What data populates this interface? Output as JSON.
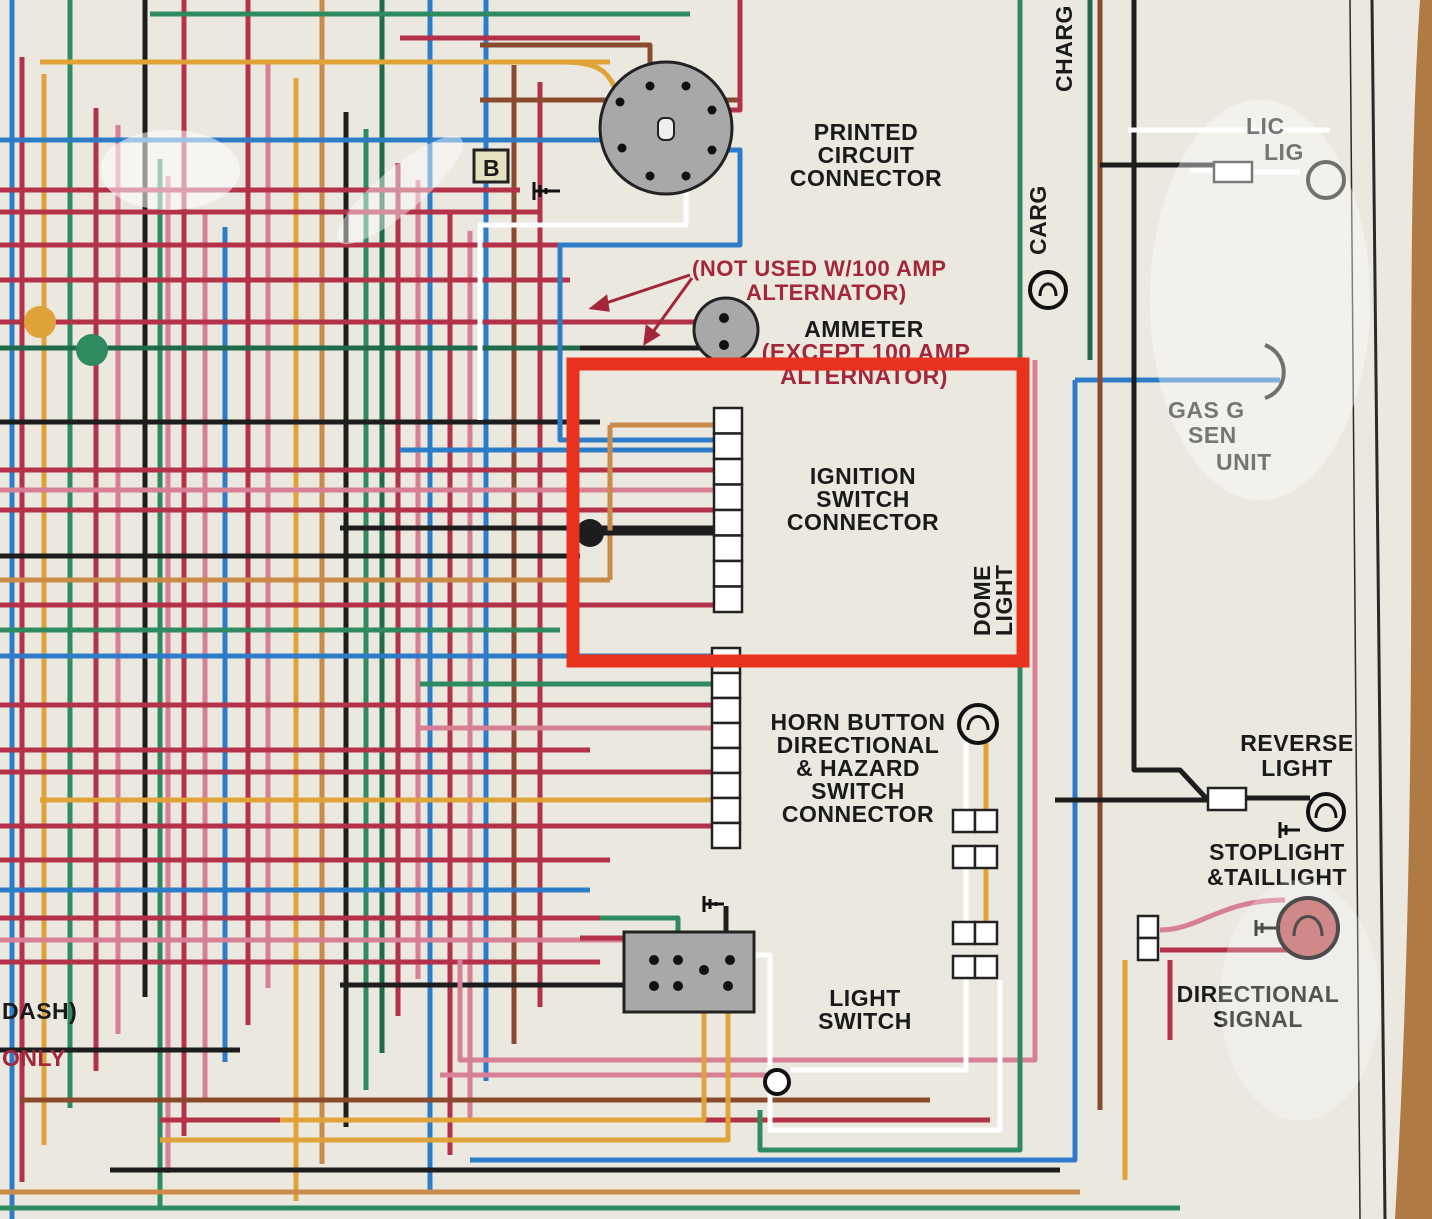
{
  "labels": {
    "printed_circuit": [
      "PRINTED",
      "CIRCUIT",
      "CONNECTOR"
    ],
    "not_used": [
      "(NOT USED W/100 AMP",
      "ALTERNATOR)"
    ],
    "ammeter": [
      "AMMETER",
      "(EXCEPT 100 AMP",
      "ALTERNATOR)"
    ],
    "ignition": [
      "IGNITION",
      "SWITCH",
      "CONNECTOR"
    ],
    "dome": [
      "DOME",
      "LIGHT"
    ],
    "horn": [
      "HORN BUTTON",
      "DIRECTIONAL",
      "& HAZARD",
      "SWITCH",
      "CONNECTOR"
    ],
    "light_switch": [
      "LIGHT",
      "SWITCH"
    ],
    "reverse": [
      "REVERSE",
      "LIGHT"
    ],
    "stoplight": [
      "STOPLIGHT",
      "&TAILLIGHT"
    ],
    "directional": [
      "DIRECTIONAL",
      "SIGNAL"
    ],
    "gas_gauge": [
      "GAS G",
      "SEN",
      "UNIT"
    ],
    "license": [
      "LIC",
      "LIG"
    ],
    "cargo": "CARG",
    "charge": "CHARG",
    "dash": "DASH)",
    "only": "ONLY",
    "terminal_b": "B"
  },
  "colors": {
    "paper": "#ebe8e0",
    "highlight_box": "#e8321e",
    "red_wire": "#b3324a",
    "pink_wire": "#d77f95",
    "blue_wire": "#2d7cc8",
    "green_wire": "#2f8a5f",
    "dark_green_wire": "#1f6a4a",
    "orange_wire": "#e0a33a",
    "tan_wire": "#c98a4a",
    "brown_wire": "#8a4a2e",
    "black_wire": "#1d1d1d",
    "white_wire": "#ffffff",
    "grey_component": "#a8a8a8"
  }
}
